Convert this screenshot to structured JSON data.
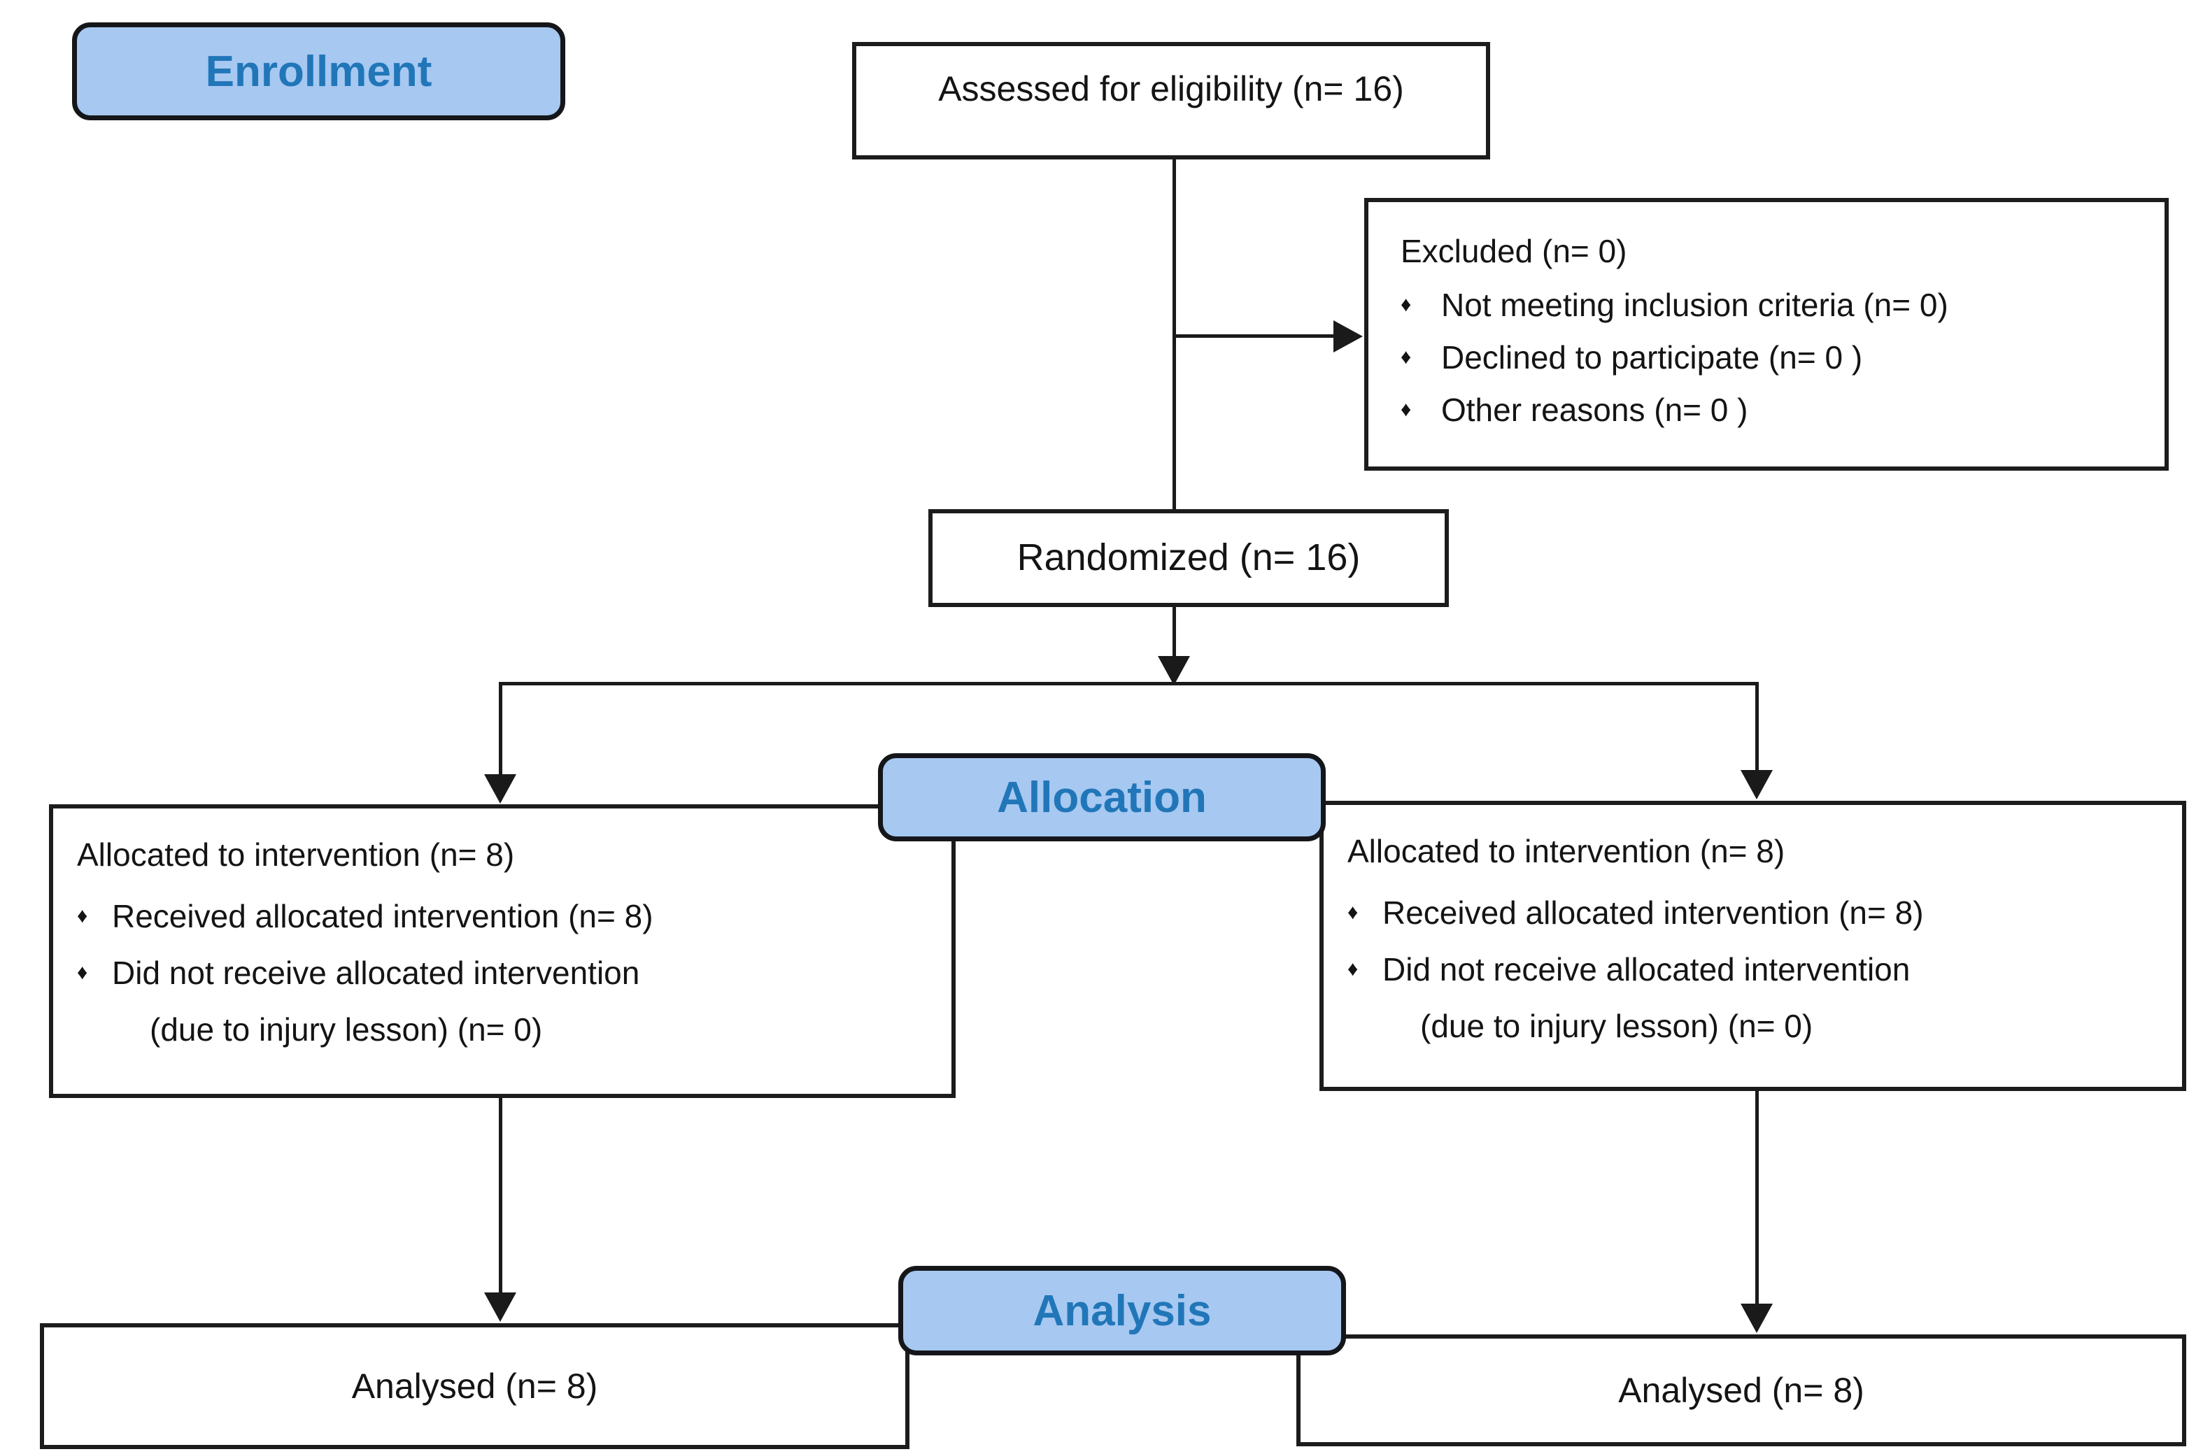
{
  "colors": {
    "background": "#ffffff",
    "label_fill": "#a6c8f1",
    "label_border": "#15161a",
    "label_text": "#2176b8",
    "box_border": "#1c1c1c",
    "text": "#141414",
    "line": "#1a1a1a"
  },
  "glyphs": {
    "bullet": "♦"
  },
  "stage_labels": {
    "enrollment": "Enrollment",
    "allocation": "Allocation",
    "analysis": "Analysis"
  },
  "nodes": {
    "assessed": {
      "text": "Assessed for eligibility (n= 16)"
    },
    "excluded": {
      "title": "Excluded (n= 0)",
      "bullets": [
        "Not meeting inclusion criteria (n= 0)",
        "Declined to participate (n= 0 )",
        "Other reasons (n= 0 )"
      ]
    },
    "randomized": {
      "text": "Randomized (n= 16)"
    },
    "allocated_left": {
      "title": "Allocated to intervention (n= 8)",
      "bullets": [
        "Received allocated intervention (n= 8)",
        "Did not receive allocated intervention"
      ],
      "continuation": "(due to injury lesson) (n= 0)"
    },
    "allocated_right": {
      "title": "Allocated to intervention (n= 8)",
      "bullets": [
        "Received allocated intervention (n= 8)",
        "Did not receive allocated intervention"
      ],
      "continuation": "(due to injury lesson) (n= 0)"
    },
    "analysed_left": {
      "text": "Analysed (n= 8)"
    },
    "analysed_right": {
      "text": "Analysed (n= 8)"
    }
  }
}
